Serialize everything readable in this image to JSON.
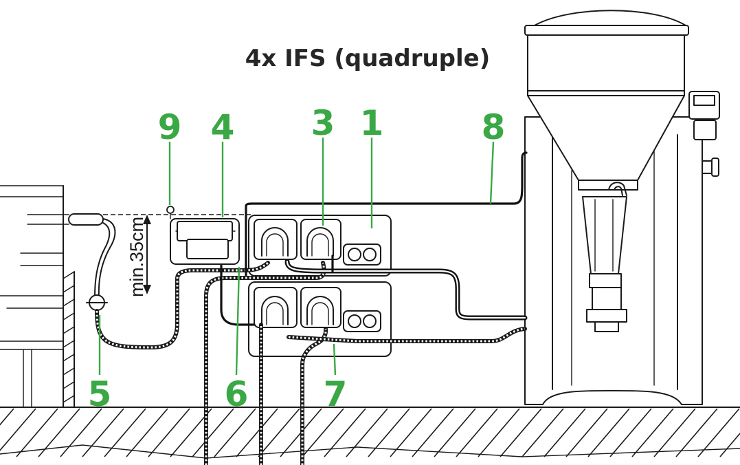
{
  "title": "4x IFS (quadruple)",
  "dimension_label": "min.35cm",
  "callout_color": "#3aa845",
  "callouts": [
    {
      "label": "9"
    },
    {
      "label": "4"
    },
    {
      "label": "3"
    },
    {
      "label": "1"
    },
    {
      "label": "8"
    },
    {
      "label": "5"
    },
    {
      "label": "6"
    },
    {
      "label": "7"
    }
  ]
}
